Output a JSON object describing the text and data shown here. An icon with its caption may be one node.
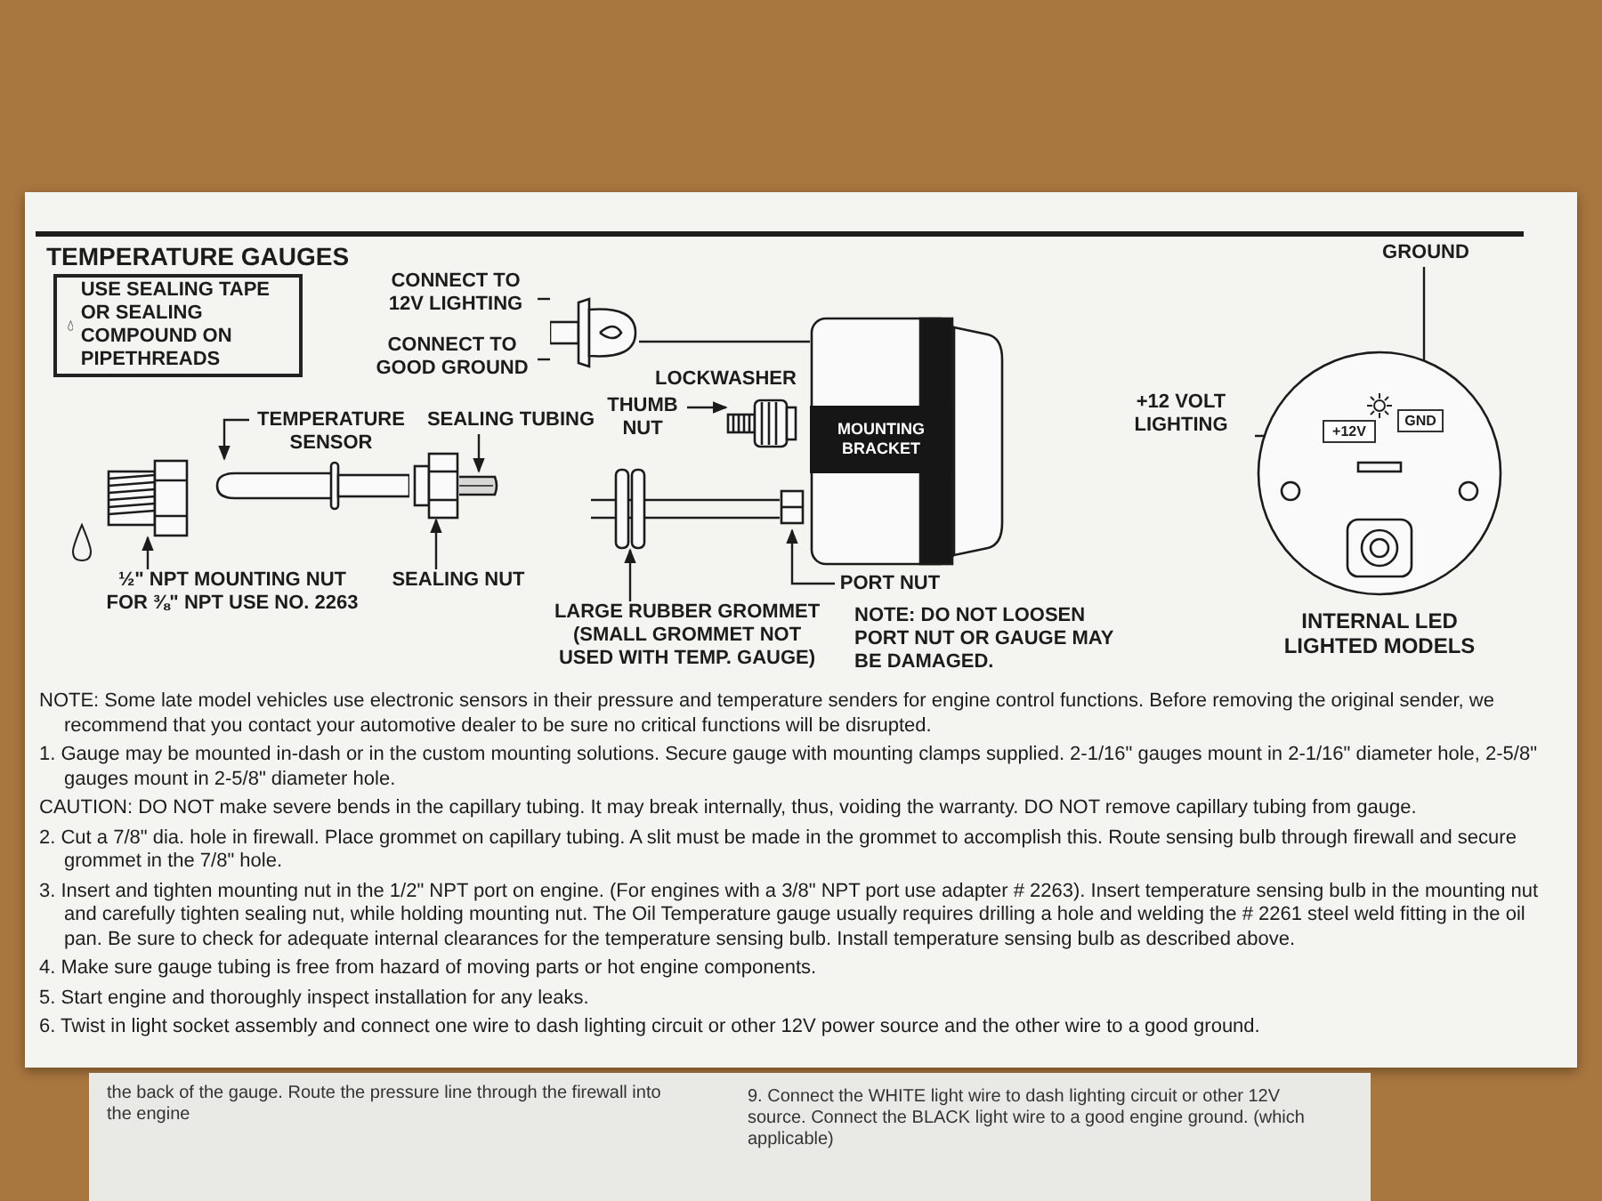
{
  "diagram": {
    "title": "TEMPERATURE GAUGES",
    "nodes": [
      {
        "text": [
          "USE SEALING TAPE OR SEALING COMPOUND ON PIPETHREADS"
        ]
      },
      {
        "text": [
          "CONNECT TO 12V LIGHTING"
        ]
      },
      {
        "text": [
          "CONNECT TO GOOD GROUND"
        ]
      },
      {
        "text": [],
        "shape": "picture"
      },
      {
        "text": [
          "TEMPERATURE SENSOR"
        ]
      },
      {
        "text": [
          "SEALING TUBING"
        ]
      },
      {
        "text": [
          "THUMB NUT"
        ]
      },
      {
        "text": [
          "GROUND"
        ]
      },
      {
        "text": [
          "+12 VOLT LIGHTING"
        ]
      },
      {
        "text": [],
        "shape": "picture"
      },
      {
        "text": [],
        "shape": "picture"
      },
      {
        "text": [],
        "shape": "picture"
      },
      {
        "text": [],
        "shape": "picture"
      },
      {
        "text": [],
        "shape": "picture"
      },
      {
        "text": [],
        "shape": "picture"
      },
      {
        "text": [
          "MOUNTING BRACKET"
        ],
        "in": 14
      },
      {
        "text": [],
        "shape": "picture",
        "beside": [
          "INTERNAL LED LIGHTED MODELS"
        ]
      },
      {
        "text": [
          "+12V"
        ],
        "in": 16
      },
      {
        "text": [
          "GND"
        ],
        "in": 16
      },
      {
        "text": [],
        "shape": "picture"
      },
      {
        "text": [],
        "shape": "picture"
      },
      {
        "text": [
          "½\" NPT MOUNTING NUT FOR ⅜\" NPT USE NO. 2263"
        ]
      },
      {
        "text": [
          "SEALING NUT"
        ]
      },
      {
        "text": [
          "LARGE RUBBER GROMMET (SMALL GROMMET NOT USED WITH TEMP. GAUGE)"
        ]
      },
      {
        "text": [
          "PORT NUT"
        ]
      }
    ],
    "edges": [
      {
        "from": 1,
        "to": 3,
        "arrow": "none"
      },
      {
        "from": 2,
        "to": 3,
        "arrow": "none"
      },
      {
        "from": 3,
        "to": 14,
        "arrow": "none"
      },
      {
        "from": 4,
        "to": 10,
        "arrow": "to"
      },
      {
        "from": 5,
        "to": 12,
        "arrow": "to"
      },
      {
        "from": 6,
        "to": 13,
        "arrow": "to"
      },
      {
        "from": 7,
        "to": 18,
        "arrow": "none"
      },
      {
        "from": 8,
        "to": 17,
        "arrow": "none"
      },
      {
        "from": 21,
        "to": 9,
        "arrow": "to"
      },
      {
        "from": 22,
        "to": 11,
        "arrow": "to"
      },
      {
        "from": 23,
        "to": 19,
        "arrow": "to"
      },
      {
        "from": 24,
        "to": 20,
        "arrow": "to"
      }
    ],
    "labels": [
      "LOCKWASHER",
      "NOTE: DO NOT LOOSEN PORT NUT OR GAUGE MAY BE DAMAGED.",
      "NOTE: Some late model vehicles use electronic sensors in their pressure and temperature senders for engine control functions. Before removing the original sender, we recommend that you contact your automotive dealer to be sure no critical functions will be disrupted.",
      "1. Gauge may be mounted in-dash or in the custom mounting solutions. Secure gauge with mounting clamps supplied. 2-1/16\" gauges mount in 2-1/16\" diameter hole, 2-5/8\" gauges mount in 2-5/8\" diameter hole.",
      "CAUTION: DO NOT make severe bends in the capillary tubing. It may break internally, thus, voiding the warranty. DO NOT remove capillary tubing from gauge.",
      "2. Cut a 7/8\" dia. hole in firewall. Place grommet on capillary tubing. A slit must be made in the grommet to accomplish this. Route sensing bulb through firewall and secure grommet in the 7/8\" hole.",
      "3. Insert and tighten mounting nut in the 1/2\" NPT port on engine. (For engines with a 3/8\" NPT port use adapter # 2263). Insert temperature sensing bulb in the mounting nut and carefully tighten sealing nut, while holding mounting nut. The Oil Temperature gauge usually requires drilling a hole and welding the # 2261 steel weld fitting in the oil pan. Be sure to check for adequate internal clearances for the temperature sensing bulb. Install temperature sensing bulb as described above.",
      "4. Make sure gauge tubing is free from hazard of moving parts or hot engine components.",
      "5. Start engine and thoroughly inspect installation for any leaks.",
      "6. Twist in light socket assembly and connect one wire to dash lighting circuit or other 12V power source and the other wire to a good ground.",
      "the back of the gauge. Route the pressure line through the firewall into the engine",
      "9. Connect the WHITE light wire to dash lighting circuit or other 12V source. Connect the BLACK light wire to a good engine ground. (which applicable)"
    ]
  }
}
